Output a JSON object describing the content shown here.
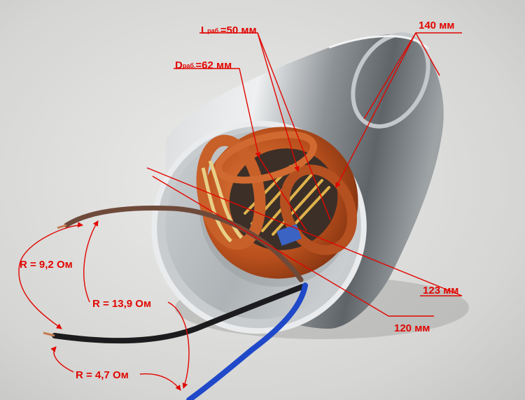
{
  "annotations": {
    "l_work": {
      "prefix": "L",
      "sub": "раб.",
      "value": "=50 мм"
    },
    "d_work": {
      "prefix": "D",
      "sub": "раб.",
      "value": "=62 мм"
    },
    "length": "140 мм",
    "inner_diameter_1": "123 мм",
    "inner_diameter_2": "120 мм",
    "r1": "R = 9,2 Ом",
    "r2": "R = 13,9 Ом",
    "r3": "R = 4,7 Ом"
  },
  "colors": {
    "annotation": "#e10600",
    "background": "#d9d9d7",
    "housing": "#b9bcbf",
    "copper": "#c0521c",
    "wire_brown": "#6e4a3a",
    "wire_black": "#1c1c1e",
    "wire_blue": "#1f49c9"
  }
}
